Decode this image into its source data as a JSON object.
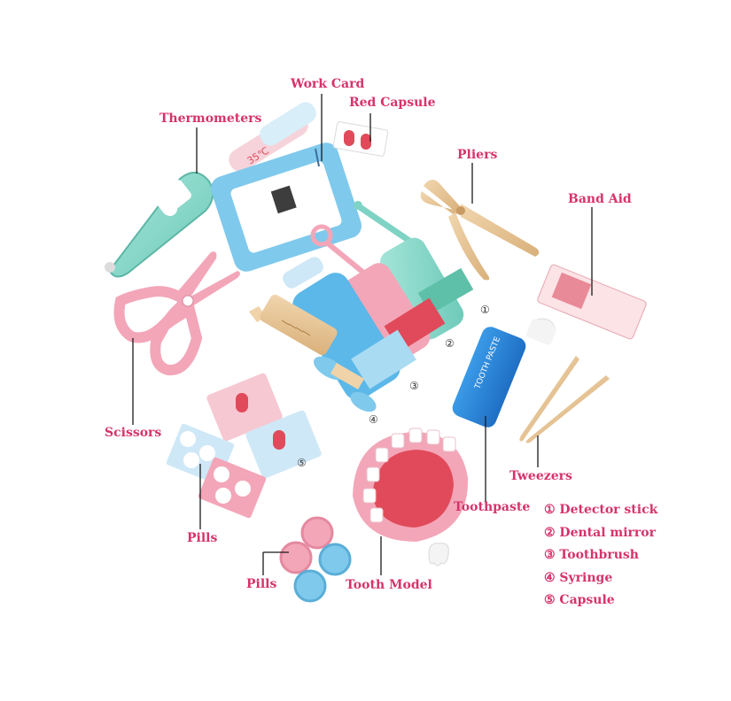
{
  "labels": {
    "work_card": "Work Card",
    "red_capsule": "Red Capsule",
    "thermometers": "Thermometers",
    "pliers": "Pliers",
    "band_aid": "Band Aid",
    "scissors": "Scissors",
    "pills_left": "Pills",
    "pills_bottom": "Pills",
    "tooth_model": "Tooth Model",
    "toothpaste": "Toothpaste",
    "tweezers": "Tweezers"
  },
  "legend": [
    "① Detector stick",
    "② Dental mirror",
    "③ Toothbrush",
    "④ Syringe",
    "⑤ Capsule"
  ],
  "markers": [
    "①",
    "②",
    "③",
    "④",
    "⑤"
  ],
  "product_text": {
    "thermometer_display": "35℃",
    "toothpaste_text": "TOOTH PASTE"
  },
  "colors": {
    "label": "#d6336c",
    "mint": "#7fd3c4",
    "sky": "#5bb8e8",
    "pink": "#f3a6b8",
    "red": "#e04a5a",
    "wood": "#e9c99c",
    "blue": "#2f86d6"
  }
}
